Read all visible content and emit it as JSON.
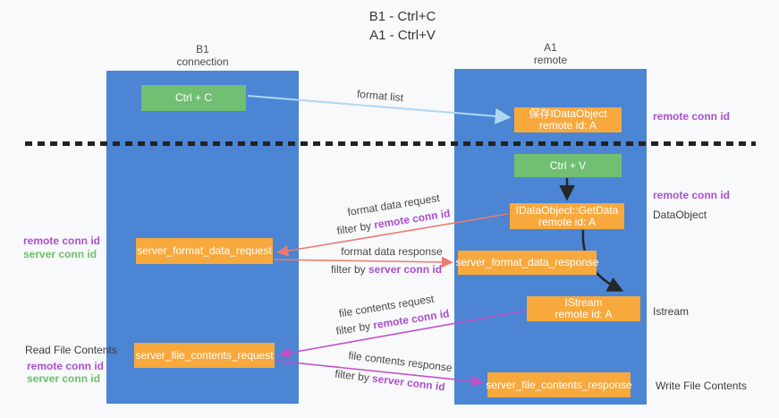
{
  "title": {
    "line1": "B1 - Ctrl+C",
    "line2": "A1 - Ctrl+V"
  },
  "lifelines": {
    "left": {
      "name": "B1",
      "subtitle": "connection"
    },
    "right": {
      "name": "A1",
      "subtitle": "remote"
    }
  },
  "boxes": {
    "ctrl_c": {
      "label": "Ctrl + C"
    },
    "ctrl_v": {
      "label": "Ctrl + V"
    },
    "save_dataobject": {
      "line1": "保存IDataObject",
      "line2": "remote id: A"
    },
    "getdata": {
      "line1": "IDataObject::GetData",
      "line2": "remote id: A"
    },
    "istream": {
      "line1": "IStream",
      "line2": "remote id: A"
    },
    "server_format_data_request": {
      "label": "server_format_data_request"
    },
    "server_format_data_response": {
      "label": "server_format_data_response"
    },
    "server_file_contents_request": {
      "label": "server_file_contents_request"
    },
    "server_file_contents_response": {
      "label": "server_file_contents_response"
    }
  },
  "arrow_labels": {
    "format_list": "format list",
    "format_data_request": "format data request",
    "format_data_response": "format data response",
    "file_contents_request": "file contents request",
    "file_contents_response": "file contents response",
    "filter_by": "filter by",
    "remote_conn_id": "remote conn id",
    "server_conn_id": "server conn id"
  },
  "side_labels": {
    "remote_conn_id": "remote conn id",
    "server_conn_id": "server conn id",
    "dataobject": "DataObject",
    "istream": "Istream",
    "read_file_contents": "Read File Contents",
    "write_file_contents": "Write File Contents"
  },
  "colors": {
    "lifeline_blue": "#4b85d3",
    "box_green": "#71bf73",
    "box_orange": "#f7a93e",
    "arrow_lightblue": "#aed7f2",
    "arrow_salmon": "#ec7a70",
    "arrow_magenta": "#c44fc8",
    "arrow_black": "#262626",
    "text_purple": "#ab4fd0",
    "text_green": "#6dbf6d"
  }
}
